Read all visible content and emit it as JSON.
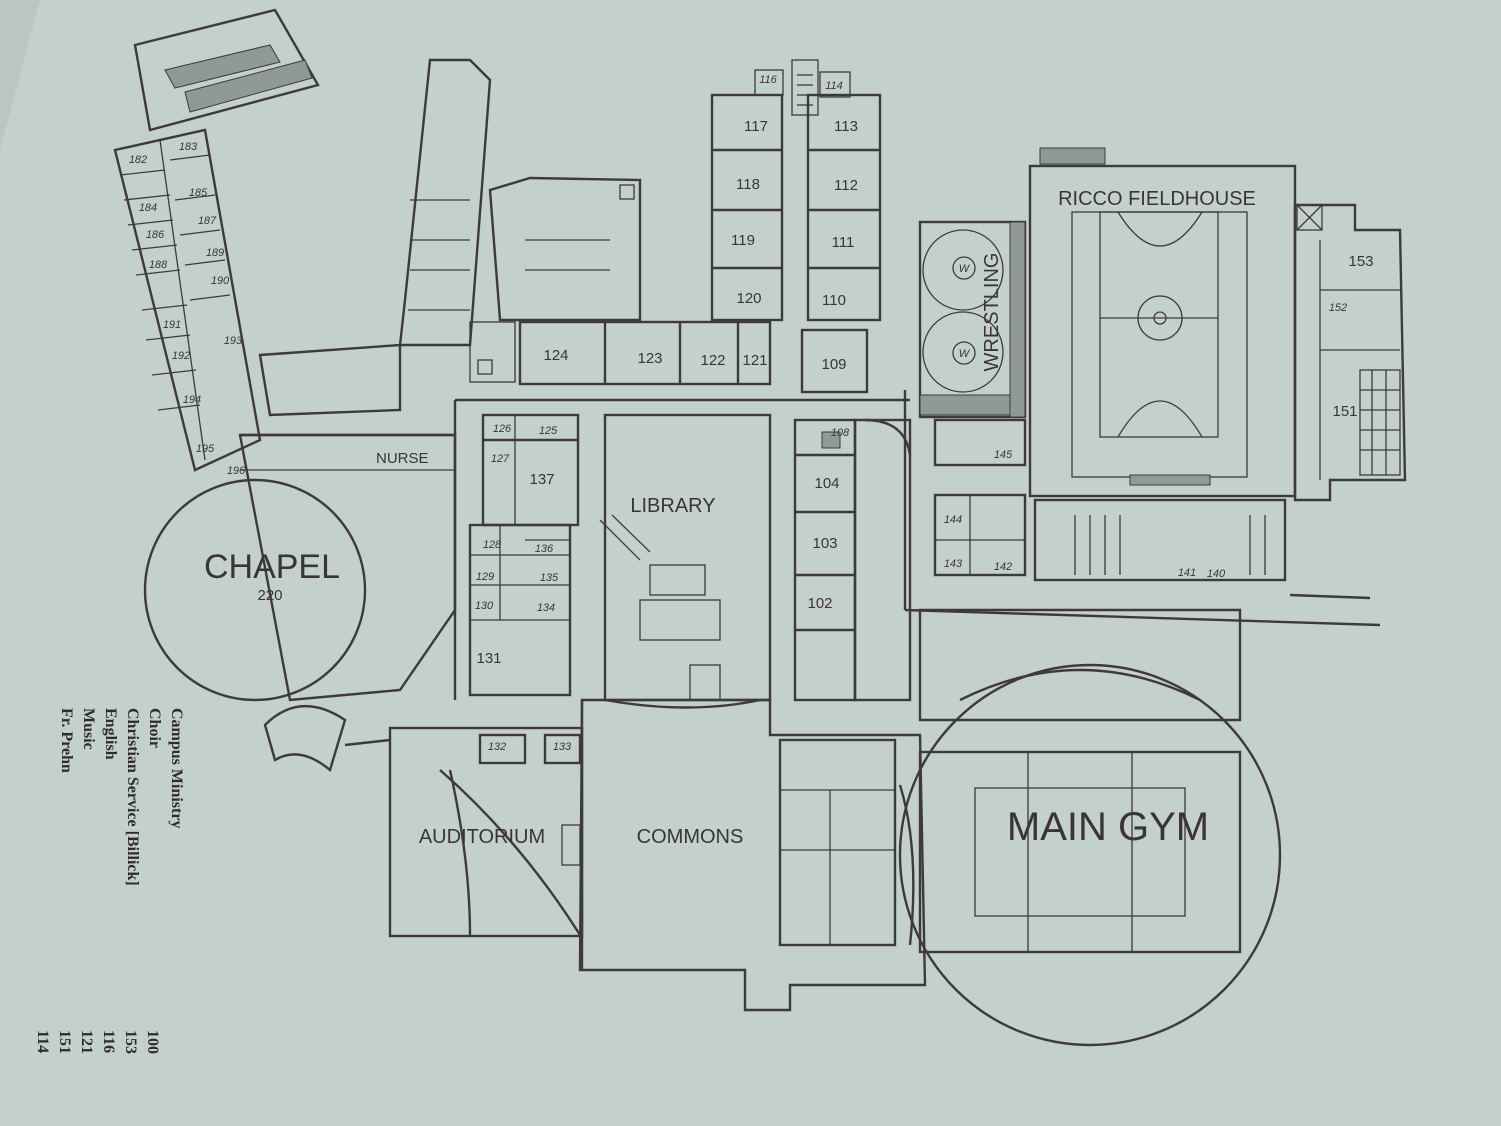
{
  "colors": {
    "paper": "#c4d0cd",
    "ink": "#3e3a39",
    "background": "#b9c6c3"
  },
  "areas": {
    "chapel": "CHAPEL",
    "chapel_number": "220",
    "library": "LIBRARY",
    "commons": "COMMONS",
    "auditorium": "AUDITORIUM",
    "main_gym": "MAIN GYM",
    "fieldhouse": "RICCO FIELDHOUSE",
    "wrestling": "WRESTLING",
    "nurse": "NURSE"
  },
  "rooms": {
    "r101": "102",
    "r103": "103",
    "r104": "104",
    "r108": "108",
    "r109": "109",
    "r110": "110",
    "r111": "111",
    "r112": "112",
    "r113": "113",
    "r114": "114",
    "r116": "116",
    "r117": "117",
    "r118": "118",
    "r119": "119",
    "r120": "120",
    "r121": "121",
    "r122": "122",
    "r123": "123",
    "r124": "124",
    "r125": "125",
    "r126": "126",
    "r127": "127",
    "r128": "128",
    "r129": "129",
    "r130": "130",
    "r131": "131",
    "r132": "132",
    "r133": "133",
    "r134": "134",
    "r135": "135",
    "r136": "136",
    "r137": "137",
    "r140": "140",
    "r141": "141",
    "r142": "142",
    "r143": "143",
    "r144": "144",
    "r145": "145",
    "r151": "151",
    "r152": "152",
    "r153": "153",
    "r182": "182",
    "r183": "183",
    "r184": "184",
    "r185": "185",
    "r186": "186",
    "r187": "187",
    "r188": "188",
    "r189": "189",
    "r190": "190",
    "r191": "191",
    "r192": "192",
    "r193": "193",
    "r194": "194",
    "r195": "195",
    "r196": "196"
  },
  "wrestling_mark": "W",
  "legend": [
    {
      "name": "Campus Ministry",
      "room": "100"
    },
    {
      "name": "Choir",
      "room": "153"
    },
    {
      "name": "Christian Service [Billick]",
      "room": "116"
    },
    {
      "name": "English",
      "room": "121"
    },
    {
      "name": "Music",
      "room": "151"
    },
    {
      "name": "Fr. Prehn",
      "room": "114"
    }
  ]
}
